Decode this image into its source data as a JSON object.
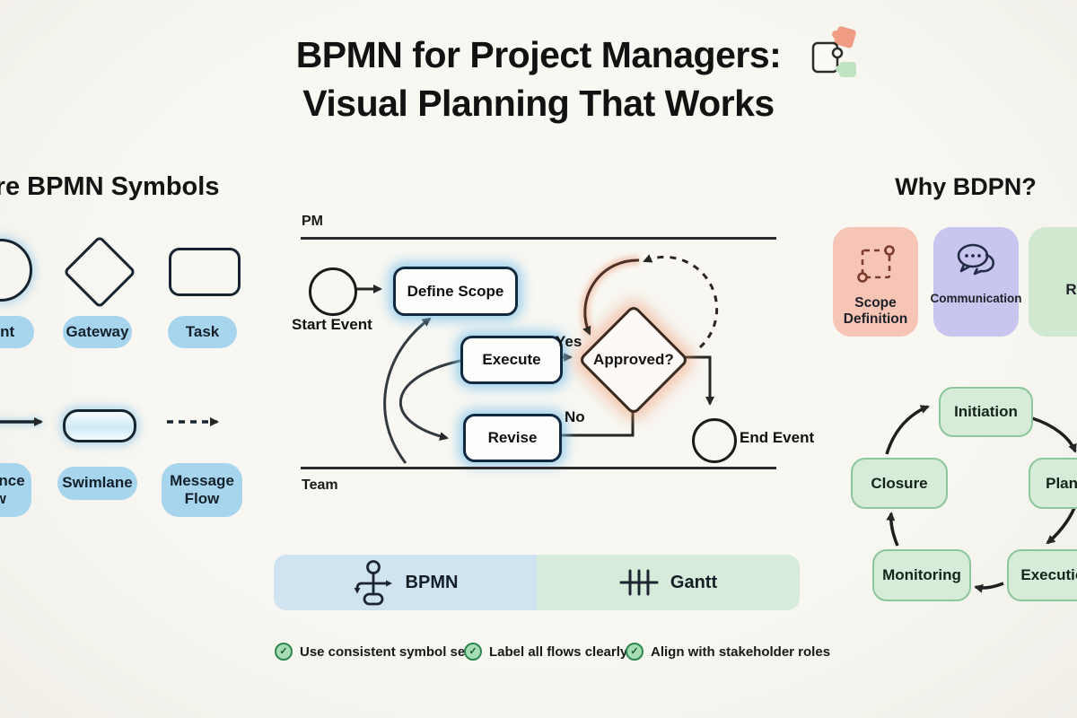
{
  "poster": {
    "title_line1": "BPMN for Project Managers:",
    "title_line2": "Visual Planning That Works"
  },
  "symbols": {
    "heading": "Core BPMN Symbols",
    "row1": [
      {
        "name": "event",
        "label": "Event"
      },
      {
        "name": "gateway",
        "label": "Gateway"
      },
      {
        "name": "task",
        "label": "Task"
      }
    ],
    "row2": [
      {
        "name": "sequence-flow",
        "label": "Sequence Flow"
      },
      {
        "name": "swimlane",
        "label": "Swimlane"
      },
      {
        "name": "message-flow",
        "label": "Message Flow"
      }
    ]
  },
  "process": {
    "lane_top": "PM",
    "lane_bottom": "Team",
    "start_label": "Start Event",
    "end_label": "End Event",
    "define": "Define Scope",
    "execute": "Execute",
    "revise": "Revise",
    "gateway": "Approved?",
    "yes": "Yes",
    "no": "No"
  },
  "comparison": {
    "bpmn": "BPMN",
    "gantt": "Gantt"
  },
  "tips": [
    "Use consistent symbol set",
    "Label all flows clearly",
    "Align with stakeholder roles"
  ],
  "why": {
    "heading": "Why BDPN?",
    "cards": [
      {
        "label": "Scope Definition"
      },
      {
        "label": "Communication"
      },
      {
        "label": "R"
      }
    ]
  },
  "lifecycle": {
    "initiation": "Initiation",
    "planning": "Planning",
    "execution": "Execution",
    "monitoring": "Monitoring",
    "closure": "Closure"
  },
  "colors": {
    "accent_blue": "#a8d5ee",
    "bar_blue": "#cfe3f1",
    "bar_green": "#d7ebda",
    "card_salmon": "#f6c5b6",
    "card_lavender": "#c8c6ee",
    "card_green": "#cfe8cf",
    "cycle_green": "#d6ebd8",
    "glow_blue": "#8ecdf0",
    "glow_salmon": "#f0926a",
    "check_green": "#2e8651"
  }
}
